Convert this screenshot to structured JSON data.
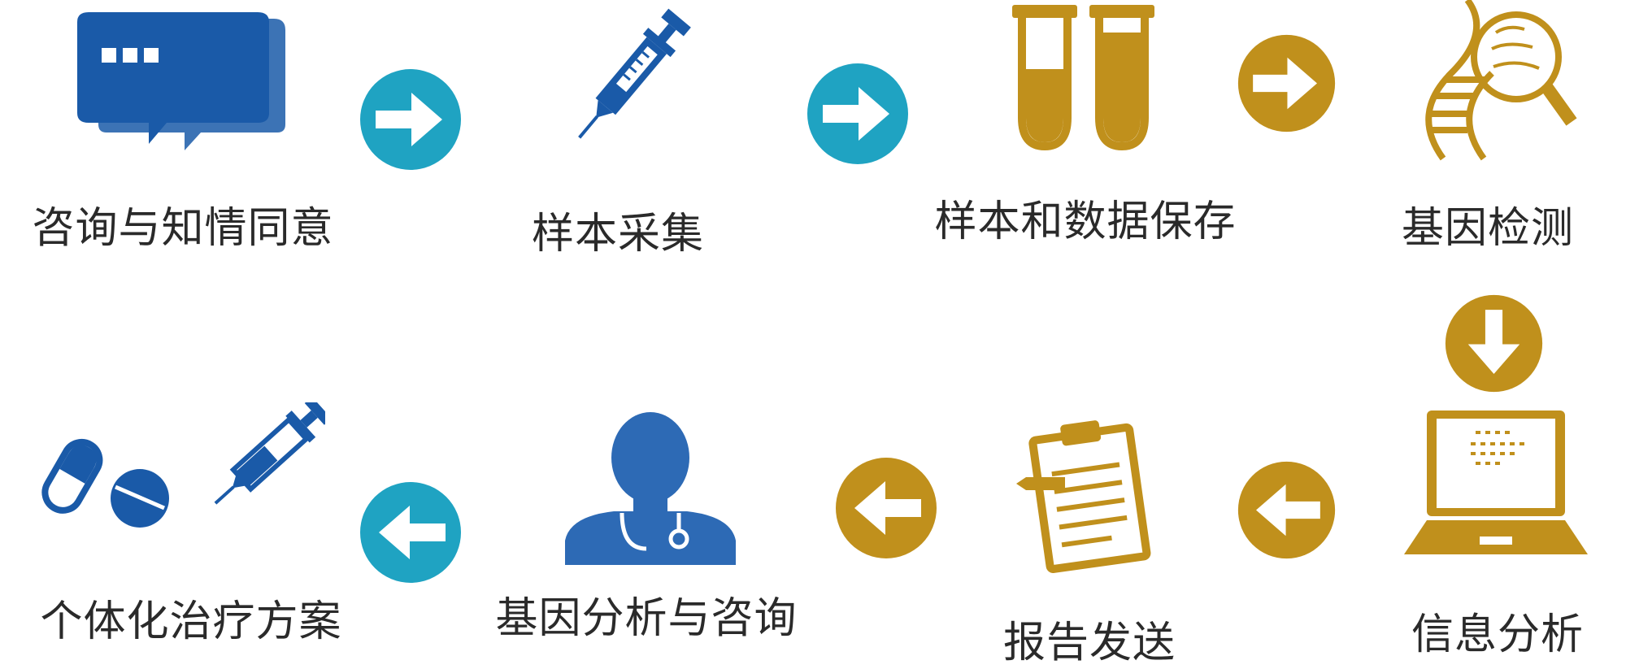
{
  "colors": {
    "blue_dark": "#1a5aa8",
    "blue_mid": "#2d6ab5",
    "teal": "#1fa3c2",
    "gold": "#c0901c",
    "white": "#ffffff"
  },
  "steps": [
    {
      "label": "咨询与知情同意",
      "icon": "speech-bubble-icon"
    },
    {
      "label": "样本采集",
      "icon": "syringe-icon"
    },
    {
      "label": "样本和数据保存",
      "icon": "test-tubes-icon"
    },
    {
      "label": "基因检测",
      "icon": "dna-magnifier-icon"
    },
    {
      "label": "信息分析",
      "icon": "laptop-icon"
    },
    {
      "label": "报告发送",
      "icon": "clipboard-icon"
    },
    {
      "label": "基因分析与咨询",
      "icon": "doctor-icon"
    },
    {
      "label": "个体化治疗方案",
      "icon": "pills-syringe-icon"
    }
  ],
  "arrows": [
    {
      "direction": "right",
      "color": "teal"
    },
    {
      "direction": "right",
      "color": "teal"
    },
    {
      "direction": "right",
      "color": "gold"
    },
    {
      "direction": "down",
      "color": "gold"
    },
    {
      "direction": "left",
      "color": "gold"
    },
    {
      "direction": "left",
      "color": "gold"
    },
    {
      "direction": "left",
      "color": "teal"
    }
  ]
}
